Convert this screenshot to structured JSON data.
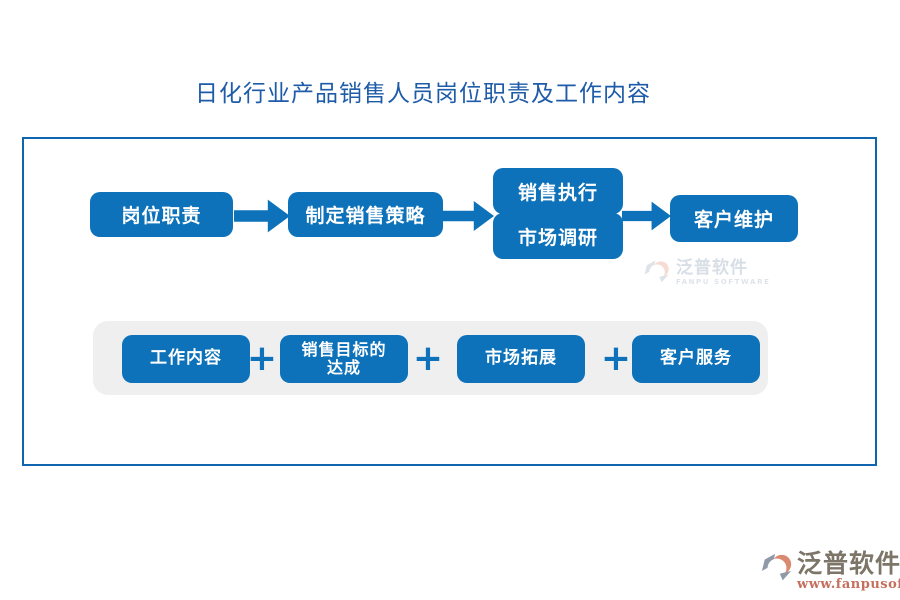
{
  "page": {
    "title": "日化行业产品销售人员岗位职责及工作内容"
  },
  "flow": {
    "steps": [
      {
        "label": "岗位职责"
      },
      {
        "label": "制定销售策略"
      },
      {
        "label_top": "销售执行",
        "label_bottom": "市场调研"
      },
      {
        "label": "客户维护"
      }
    ]
  },
  "work": {
    "separator": "+",
    "items": [
      {
        "label": "工作内容"
      },
      {
        "line1": "销售目标的",
        "line2": "达成"
      },
      {
        "label": "市场拓展"
      },
      {
        "label": "客户服务"
      }
    ]
  },
  "watermark": {
    "brand": "泛普软件",
    "brand_en": "FANPU SOFTWARE"
  },
  "footer": {
    "brand": "泛普软件",
    "url": "www.fanpusoft.com"
  },
  "colors": {
    "node_blue": "#0d72b9",
    "title_blue": "#1e5ba8",
    "frame_border": "#1066ae",
    "panel_gray": "#efeff0",
    "logo_text_gray": "#7c7568",
    "logo_url_red": "#c4705e",
    "logo_accent_salmon": "#d98a70"
  }
}
